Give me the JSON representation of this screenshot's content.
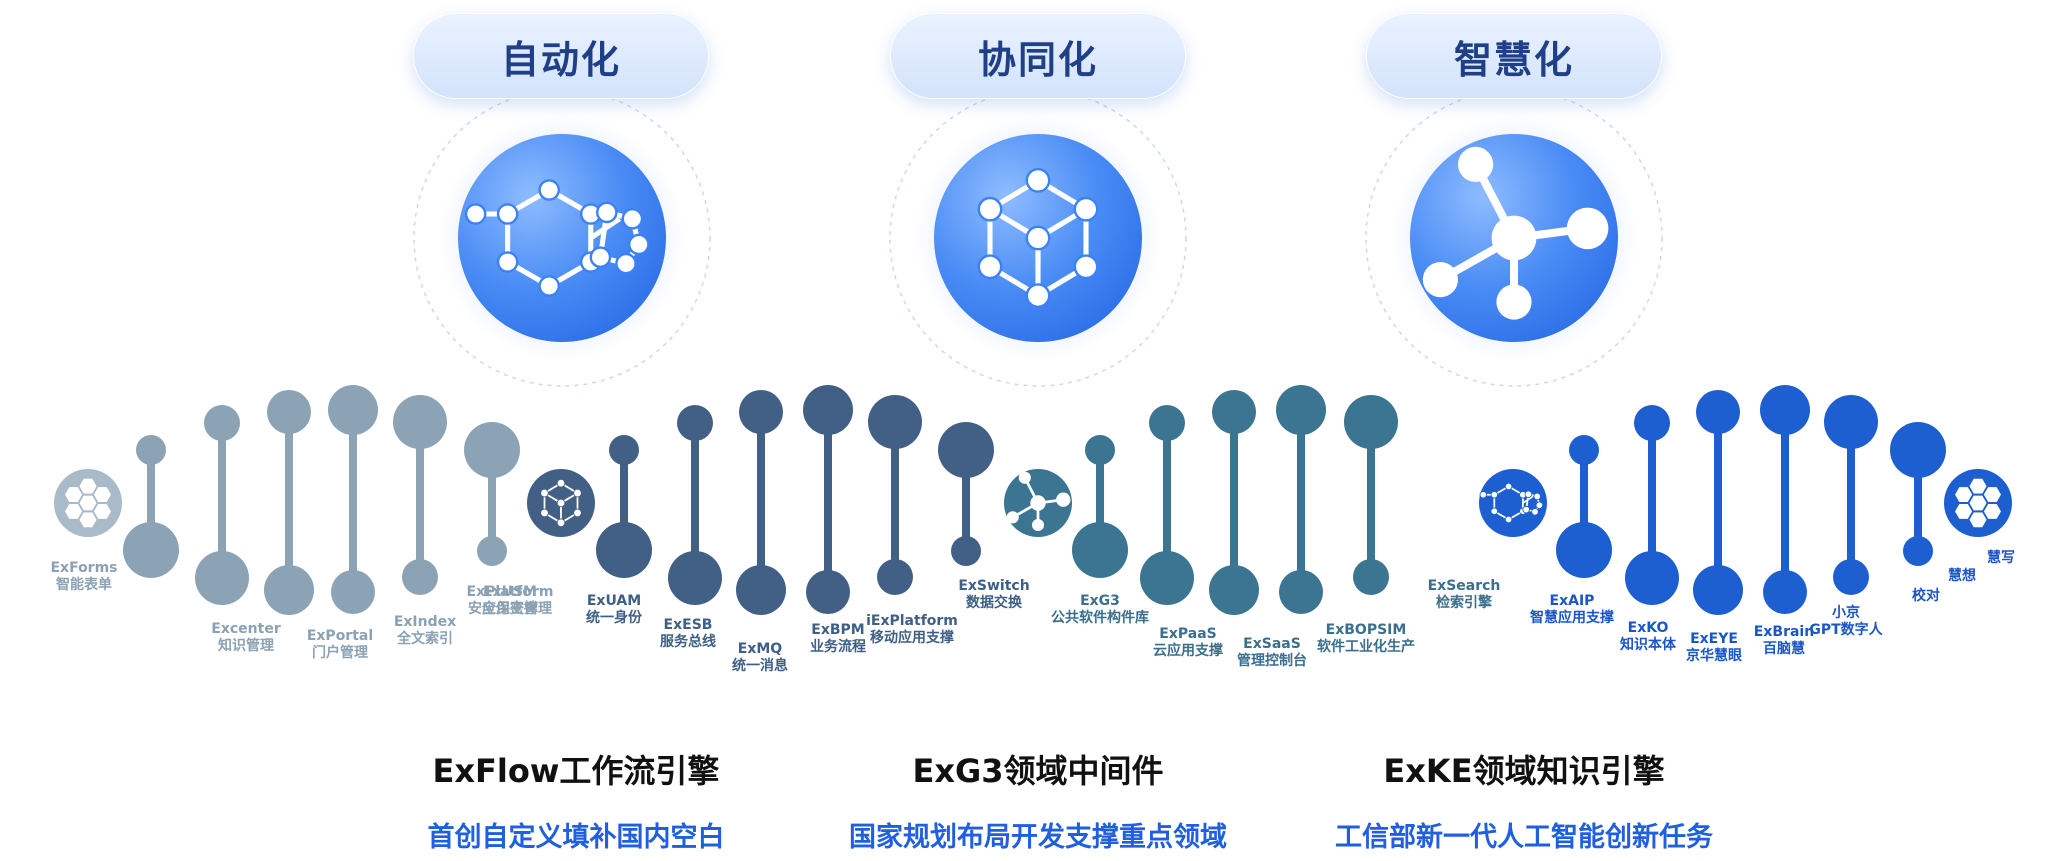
{
  "categories": [
    {
      "title": "自动化",
      "icon": "molecule-ring-icon",
      "color": "#3b82f6"
    },
    {
      "title": "协同化",
      "icon": "network-cube-icon",
      "color": "#3b82f6"
    },
    {
      "title": "智慧化",
      "icon": "hub-network-icon",
      "color": "#3b82f6"
    }
  ],
  "engines": [
    {
      "name": "ExFlow工作流引擎",
      "subtitle": "首创自定义填补国内空白"
    },
    {
      "name": "ExG3领域中间件",
      "subtitle": "国家规划布局开发支撑重点领域"
    },
    {
      "name": "ExKE领域知识引擎",
      "subtitle": "工信部新一代人工智能创新任务"
    }
  ],
  "groups": [
    {
      "color": "#8ca3b5",
      "hub_icon": "molecule-ring-icon",
      "products": [
        {
          "code": "ExForms",
          "name": "智能表单"
        },
        {
          "code": "Excenter",
          "name": "知识管理"
        },
        {
          "code": "ExPortal",
          "name": "门户管理"
        },
        {
          "code": "ExIndex",
          "name": "全文索引"
        },
        {
          "code": "ExUSM",
          "name": "安全保密管理"
        },
        {
          "code": "ExPlatform",
          "name": "应用支撑"
        }
      ]
    },
    {
      "color": "#426086",
      "hub_icon": "network-cube-icon",
      "products": [
        {
          "code": "ExUAM",
          "name": "统一身份"
        },
        {
          "code": "ExESB",
          "name": "服务总线"
        },
        {
          "code": "ExMQ",
          "name": "统一消息"
        },
        {
          "code": "ExBPM",
          "name": "业务流程"
        },
        {
          "code": "iExPlatform",
          "name": "移动应用支撑"
        },
        {
          "code": "ExSwitch",
          "name": "数据交换"
        }
      ]
    },
    {
      "color": "#3b7591",
      "hub_icon": "hub-network-icon",
      "products": [
        {
          "code": "ExG3",
          "name": "公共软件构件库"
        },
        {
          "code": "ExPaaS",
          "name": "云应用支撑"
        },
        {
          "code": "ExSaaS",
          "name": "管理控制台"
        },
        {
          "code": "ExBOPSIM",
          "name": "软件工业化生产"
        },
        {
          "code": "ExSearch",
          "name": "检索引擎"
        }
      ]
    },
    {
      "color": "#1d5fd0",
      "hub_icon": "molecule-ring-icon",
      "products": [
        {
          "code": "ExAIP",
          "name": "智慧应用支撑"
        },
        {
          "code": "ExKO",
          "name": "知识本体"
        },
        {
          "code": "ExEYE",
          "name": "京华慧眼"
        },
        {
          "code": "ExBrain",
          "name": "百脑慧"
        },
        {
          "code": "小京",
          "name": "GPT数字人"
        },
        {
          "code": "",
          "name": "校对"
        },
        {
          "code": "",
          "name": "慧想"
        },
        {
          "code": "",
          "name": "慧写"
        }
      ]
    }
  ]
}
